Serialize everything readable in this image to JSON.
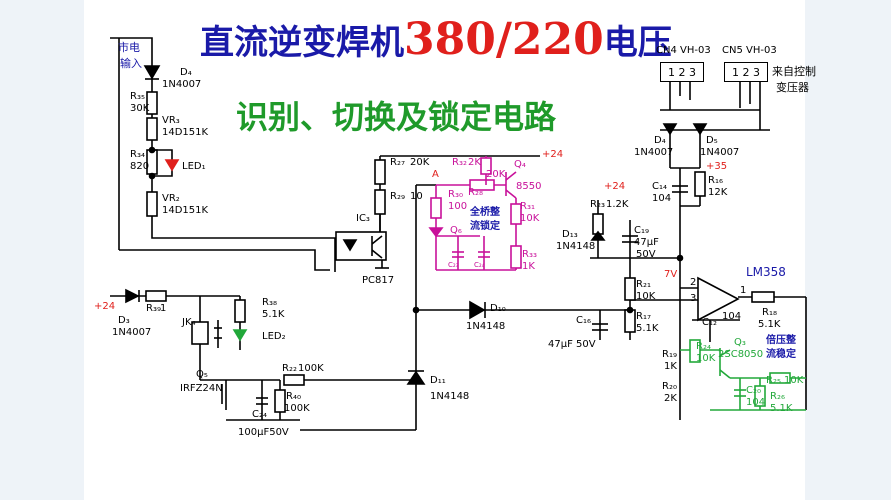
{
  "title": {
    "main_prefix": "直流逆变焊机",
    "main_num": "380/220",
    "main_suffix": "电压",
    "sub": "识别、切换及锁定电路"
  },
  "labels": {
    "mains1": "市电",
    "mains2": "输入",
    "d4a": "D₄",
    "d4a_v": "1N4007",
    "r35": "R₃₅",
    "r35_v": "30K",
    "vr3": "VR₃",
    "vr3_v": "14D151K",
    "r34": "R₃₄",
    "r34_v": "820",
    "led1": "LED₁",
    "vr2": "VR₂",
    "vr2_v": "14D151K",
    "r27": "R₂₇",
    "r27_v": "20K",
    "r29": "R₂₉",
    "r29_v": "10",
    "ic3": "IC₃",
    "pc817": "PC817",
    "a": "A",
    "r32": "R₃₂",
    "r32_v": "2K",
    "r28": "R₂₈",
    "r28_v": "20K",
    "q4": "Q₄",
    "q4_v": "8550",
    "plus24a": "+24",
    "r30": "R₃₀",
    "r30_v": "100",
    "r31": "R₃₁",
    "r31_v": "10K",
    "fb1": "全桥整",
    "fb2": "流锁定",
    "q6": "Q₆",
    "c23": "C₂₃",
    "c24a": "C₂₄",
    "r33": "R₃₃",
    "r33_v": "1K",
    "cn4": "CN4 VH-03",
    "cn5": "CN5 VH-03",
    "pins": "1 2 3",
    "from1": "来自控制",
    "from2": "变压器",
    "d4b": "D₄",
    "d5": "D₅",
    "d4b_v": "1N4007",
    "d5_v": "1N4007",
    "plus35": "+35",
    "c14": "C₁₄",
    "c14_v": "104",
    "r16": "R₁₆",
    "r16_v": "12K",
    "plus24b": "+24",
    "r23": "R₂₃",
    "r23_v": "1.2K",
    "c19": "C₁₉",
    "c19_v1": "47μF",
    "c19_v2": "50V",
    "d13": "D₁₃",
    "d13_v": "1N4148",
    "v7": "7V",
    "lm358": "LM358",
    "r21": "R₂₁",
    "r21_v": "10K",
    "r17": "R₁₇",
    "r17_v": "5.1K",
    "c16": "C₁₆",
    "c16_v": "47μF 50V",
    "c12": "C₁₂",
    "c12_v": "104",
    "r18": "R₁₈",
    "r18_v": "5.1K",
    "pin2": "2",
    "pin3": "3",
    "pin1": "1",
    "d10": "D₁₀",
    "d10_v": "1N4148",
    "d11": "D₁₁",
    "d11_v": "1N4148",
    "plus24c": "+24",
    "d3": "D₃",
    "d3_v": "1N4007",
    "r39": "R₃₉",
    "r39_v": "1",
    "jk4": "JK₄",
    "r38": "R₃₈",
    "r38_v": "5.1K",
    "led2": "LED₂",
    "q5": "Q₅",
    "q5_v": "IRFZ24N",
    "r22": "R₂₂",
    "r22_v": "100K",
    "r40": "R₄₀",
    "r40_v": "100K",
    "c24b": "C₂₄",
    "c24b_v": "100μF50V",
    "r19": "R₁₉",
    "r19_v": "1K",
    "r20": "R₂₀",
    "r20_v": "2K",
    "r24": "R₂₄",
    "r24_v": "10K",
    "q3": "Q₃",
    "q3_v": "2SC8050",
    "vd1": "倍压整",
    "vd2": "流稳定",
    "c20": "C₂₀",
    "c20_v": "104",
    "r25": "R₂₅",
    "r25_v": "10K",
    "r26": "R₂₆",
    "r26_v": "5.1K"
  },
  "colors": {
    "title_blue": "#1a1aa8",
    "title_red": "#e0201c",
    "subtitle_green": "#1f9a2a",
    "magenta": "#c8119a",
    "green": "#22a83a",
    "red": "#e0201c"
  }
}
